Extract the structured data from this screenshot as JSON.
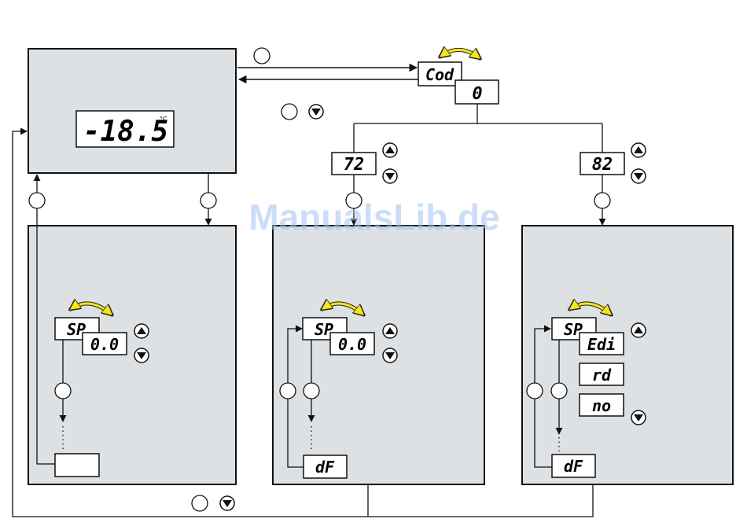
{
  "main_display": {
    "value": "-18.5",
    "unit": "°C"
  },
  "code_prompt": {
    "label": "Cod",
    "value": "0"
  },
  "codes": [
    "72",
    "82"
  ],
  "panels": [
    {
      "param": "SP",
      "value": "0.0",
      "last": ""
    },
    {
      "param": "SP",
      "value": "0.0",
      "last": "dF"
    },
    {
      "param": "SP",
      "options": [
        "Edi",
        "rd",
        "no"
      ],
      "last": "dF"
    }
  ],
  "watermark": "ManualsLib.de",
  "colors": {
    "panel": "#dde1e4",
    "accent_arrow": "#f5e51a"
  },
  "icons": [
    "up-arrow-icon",
    "down-arrow-icon",
    "set-key-icon",
    "cycle-arrow-icon"
  ]
}
